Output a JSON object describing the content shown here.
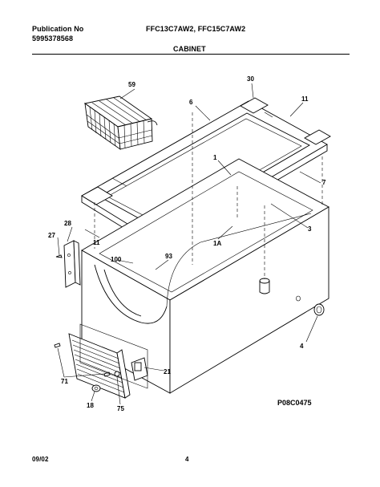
{
  "header": {
    "publication_label": "Publication No",
    "publication_number": "5995378568",
    "models": "FFC13C7AW2, FFC15C7AW2",
    "section_title": "CABINET"
  },
  "diagram": {
    "callouts": [
      {
        "id": "59",
        "label": "59"
      },
      {
        "id": "30",
        "label": "30"
      },
      {
        "id": "6",
        "label": "6"
      },
      {
        "id": "11a",
        "label": "11"
      },
      {
        "id": "1",
        "label": "1"
      },
      {
        "id": "7",
        "label": "7"
      },
      {
        "id": "28",
        "label": "28"
      },
      {
        "id": "27",
        "label": "27"
      },
      {
        "id": "11b",
        "label": "11"
      },
      {
        "id": "3",
        "label": "3"
      },
      {
        "id": "1A",
        "label": "1A"
      },
      {
        "id": "100",
        "label": "100"
      },
      {
        "id": "93",
        "label": "93"
      },
      {
        "id": "4",
        "label": "4"
      },
      {
        "id": "21",
        "label": "21"
      },
      {
        "id": "71",
        "label": "71"
      },
      {
        "id": "18",
        "label": "18"
      },
      {
        "id": "75",
        "label": "75"
      }
    ],
    "drawing_code": "P08C0475"
  },
  "footer": {
    "date": "09/02",
    "page_number": "4"
  }
}
